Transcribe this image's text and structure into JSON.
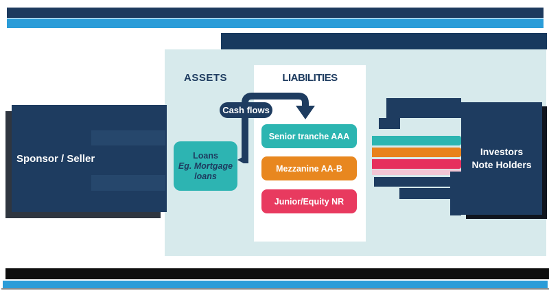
{
  "top_banner": {
    "bar_navy_color": "#1d3a5e",
    "bar_blue_color": "#2b9cd8"
  },
  "spv_panel": {
    "title_bar_color": "#18395e",
    "panel_color": "#d7eaec",
    "assets_heading": "ASSETS",
    "liabilities_heading": "LIABILITIES"
  },
  "sponsor_box": {
    "label": "Sponsor / Seller",
    "color": "#1e3c60"
  },
  "loans_box": {
    "line1": "Loans",
    "line2": "Eg. Mortgage",
    "line3": "loans",
    "color": "#2db4b2",
    "text_color": "#1e3c60"
  },
  "cash_flows": {
    "label": "Cash flows",
    "arrow_color": "#1e3c60"
  },
  "tranches": [
    {
      "label": "Senior tranche AAA",
      "color": "#2cb5b1"
    },
    {
      "label": "Mezzanine AA-B",
      "color": "#e8871f"
    },
    {
      "label": "Junior/Equity NR",
      "color": "#e83a5f"
    }
  ],
  "flow_bars": {
    "senior_color": "#2cb5b1",
    "mezzanine_color": "#e8821c",
    "junior_color": "#e62f5d",
    "residual_color": "#f2c6d4"
  },
  "investors_box": {
    "line1": "Investors",
    "line2": "Note Holders",
    "color": "#1e3c60"
  },
  "bottom_banner": {
    "bar_black_color": "#0e0e0e",
    "bar_blue_color": "#2b9cd8",
    "line_gray_color": "#8c8c8c"
  }
}
